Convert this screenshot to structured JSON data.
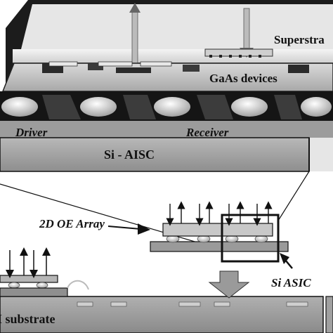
{
  "labels": {
    "superstrate": "Superstra",
    "gaas_devices": "GaAs devices",
    "driver": "Driver",
    "receiver": "Receiver",
    "si_aisc": "Si - AISC",
    "oe_array": "2D OE Array",
    "si_asic": "Si ASIC",
    "substrate": "I substrate"
  }
}
